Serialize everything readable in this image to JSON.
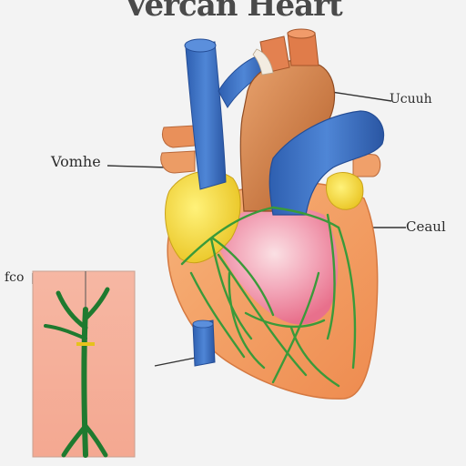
{
  "title": "Vercan Heart",
  "labels": {
    "top_right": "Ucuuh",
    "left": "Vomhe",
    "right": "Ceaul",
    "small_left": "fco"
  }
}
